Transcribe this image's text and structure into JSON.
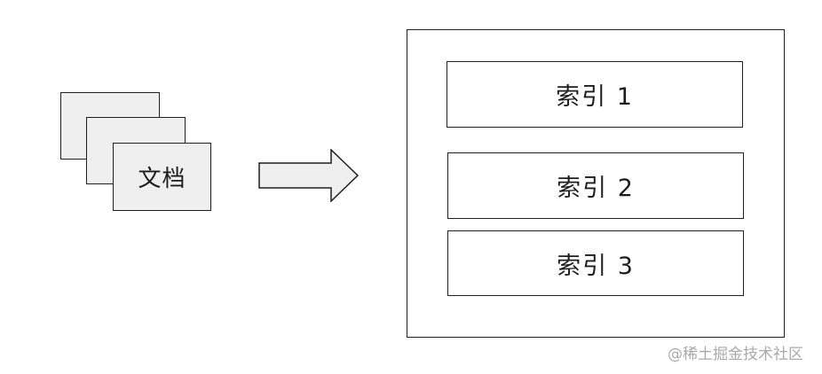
{
  "documents": {
    "label": "文档",
    "card_count": 3
  },
  "indices": [
    {
      "label": "索引 1"
    },
    {
      "label": "索引 2"
    },
    {
      "label": "索引 3"
    }
  ],
  "watermark": "@稀土掘金技术社区",
  "colors": {
    "card_fill": "#efefef",
    "stroke": "#1f1f1f",
    "watermark": "#a9a9a9"
  }
}
